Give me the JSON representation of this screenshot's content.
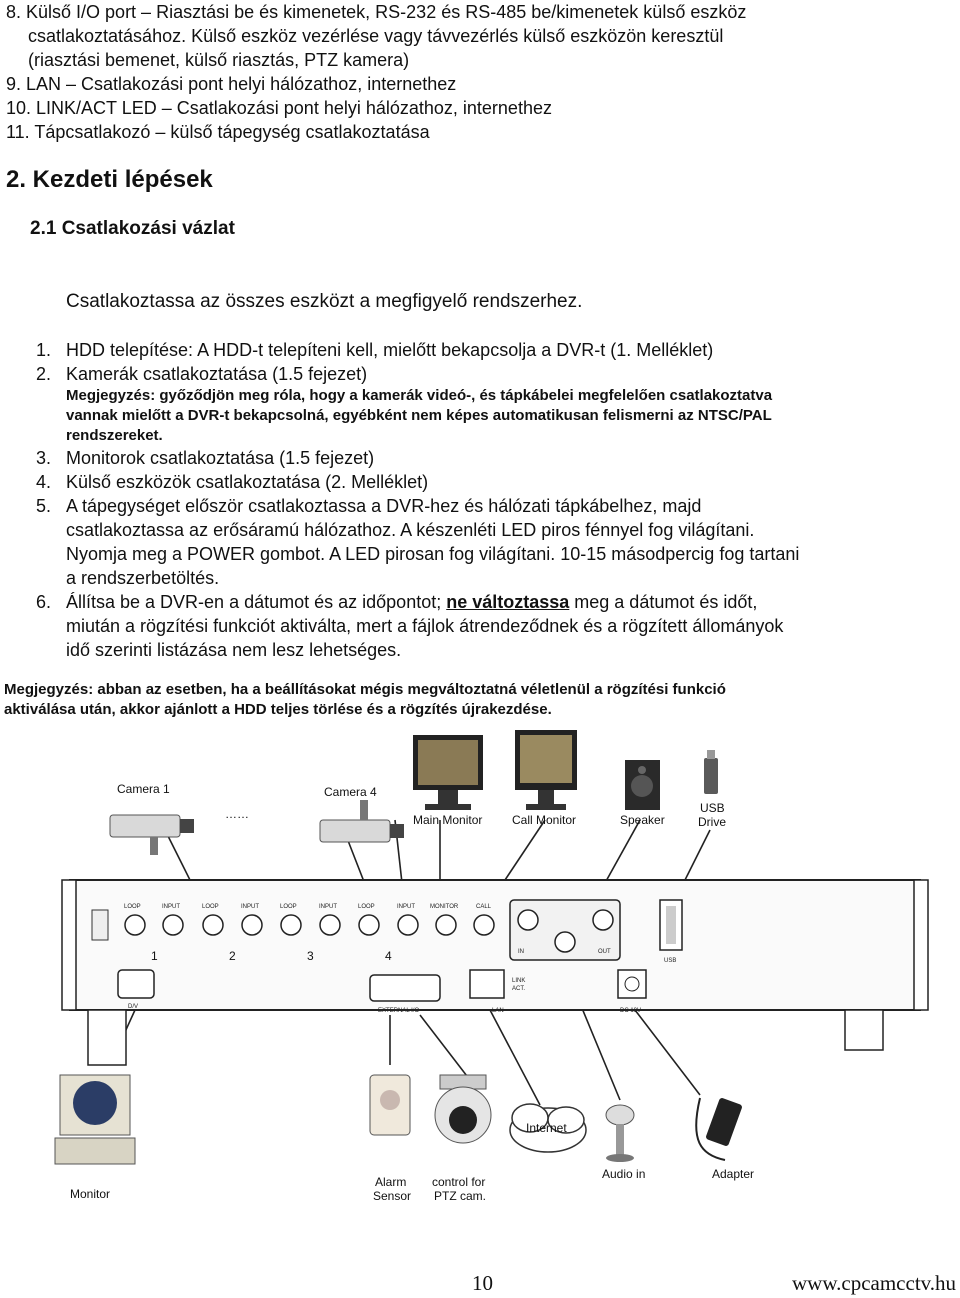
{
  "top_list": {
    "item8_line1": "8. Külső I/O port – Riasztási be és kimenetek, RS-232 és RS-485 be/kimenetek külső eszköz",
    "item8_line2": "csatlakoztatásához. Külső eszköz vezérlése vagy távvezérlés külső eszközön keresztül",
    "item8_line3": "(riasztási bemenet, külső riasztás, PTZ kamera)",
    "item9": "9. LAN – Csatlakozási pont helyi hálózathoz, internethez",
    "item10": "10. LINK/ACT LED – Csatlakozási pont helyi hálózathoz, internethez",
    "item11": "11. Tápcsatlakozó – külső tápegység csatlakoztatása"
  },
  "section": {
    "heading": "2. Kezdeti lépések",
    "subheading": "2.1 Csatlakozási vázlat",
    "intro": "Csatlakoztassa az összes eszközt a megfigyelő rendszerhez."
  },
  "steps": [
    {
      "num": "1.",
      "lines": [
        "HDD telepítése: A HDD-t telepíteni kell, mielőtt bekapcsolja a DVR-t (1. Melléklet)"
      ]
    },
    {
      "num": "2.",
      "lines": [
        "Kamerák csatlakoztatása (1.5 fejezet)"
      ],
      "note_lines": [
        "Megjegyzés: győződjön meg róla, hogy a kamerák videó-, és tápkábelei megfelelően csatlakoztatva",
        "vannak mielőtt a DVR-t bekapcsolná, egyébként nem képes automatikusan felismerni az NTSC/PAL",
        "rendszereket."
      ]
    },
    {
      "num": "3.",
      "lines": [
        "Monitorok csatlakoztatása (1.5 fejezet)"
      ]
    },
    {
      "num": "4.",
      "lines": [
        "Külső eszközök csatlakoztatása (2. Melléklet)"
      ]
    },
    {
      "num": "5.",
      "lines": [
        "A tápegységet először csatlakoztassa a DVR-hez és hálózati tápkábelhez, majd",
        "csatlakoztassa az erősáramú hálózathoz. A készenléti LED piros fénnyel fog világítani.",
        "Nyomja meg a POWER gombot. A LED pirosan fog világítani. 10-15 másodpercig fog tartani",
        "a rendszerbetöltés."
      ]
    },
    {
      "num": "6.",
      "line1_pre": "Állítsa be a DVR-en a dátumot és az időpontot; ",
      "line1_emph": "ne változtassa",
      "line1_post": " meg a dátumot és időt,",
      "lines": [
        "miután a rögzítési funkciót aktiválta, mert a fájlok átrendeződnek és a rögzített állományok",
        "idő szerinti listázása nem lesz lehetséges."
      ]
    }
  ],
  "final_note": {
    "line1": "Megjegyzés: abban az esetben, ha a beállításokat mégis megváltoztatná véletlenül a rögzítési funkció",
    "line2": "aktiválása után, akkor ajánlott a HDD teljes törlése és a rögzítés újrakezdése."
  },
  "diagram": {
    "top_labels": {
      "camera1": "Camera 1",
      "camera4": "Camera 4",
      "ellipsis": "……",
      "main_monitor": "Main Monitor",
      "call_monitor": "Call Monitor",
      "speaker": "Speaker",
      "usb_drive_1": "USB",
      "usb_drive_2": "Drive"
    },
    "panel_labels": {
      "loop": "LOOP",
      "input": "INPUT",
      "monitor": "MONITOR",
      "call": "CALL",
      "n1": "1",
      "n2": "2",
      "n3": "3",
      "n4": "4",
      "in": "IN",
      "out": "OUT",
      "usb": "USB",
      "dv": "D/V",
      "external_io": "EXTERNAL I/O",
      "lan": "LAN",
      "link": "LINK",
      "act": "ACT.",
      "dc": "DC 19V"
    },
    "bottom_labels": {
      "monitor": "Monitor",
      "alarm_1": "Alarm",
      "alarm_2": "Sensor",
      "ptz_1": "control for",
      "ptz_2": "PTZ cam.",
      "internet": "Internet",
      "audio_in": "Audio in",
      "adapter": "Adapter"
    }
  },
  "footer": {
    "page": "10",
    "site": "www.cpcamcctv.hu"
  }
}
